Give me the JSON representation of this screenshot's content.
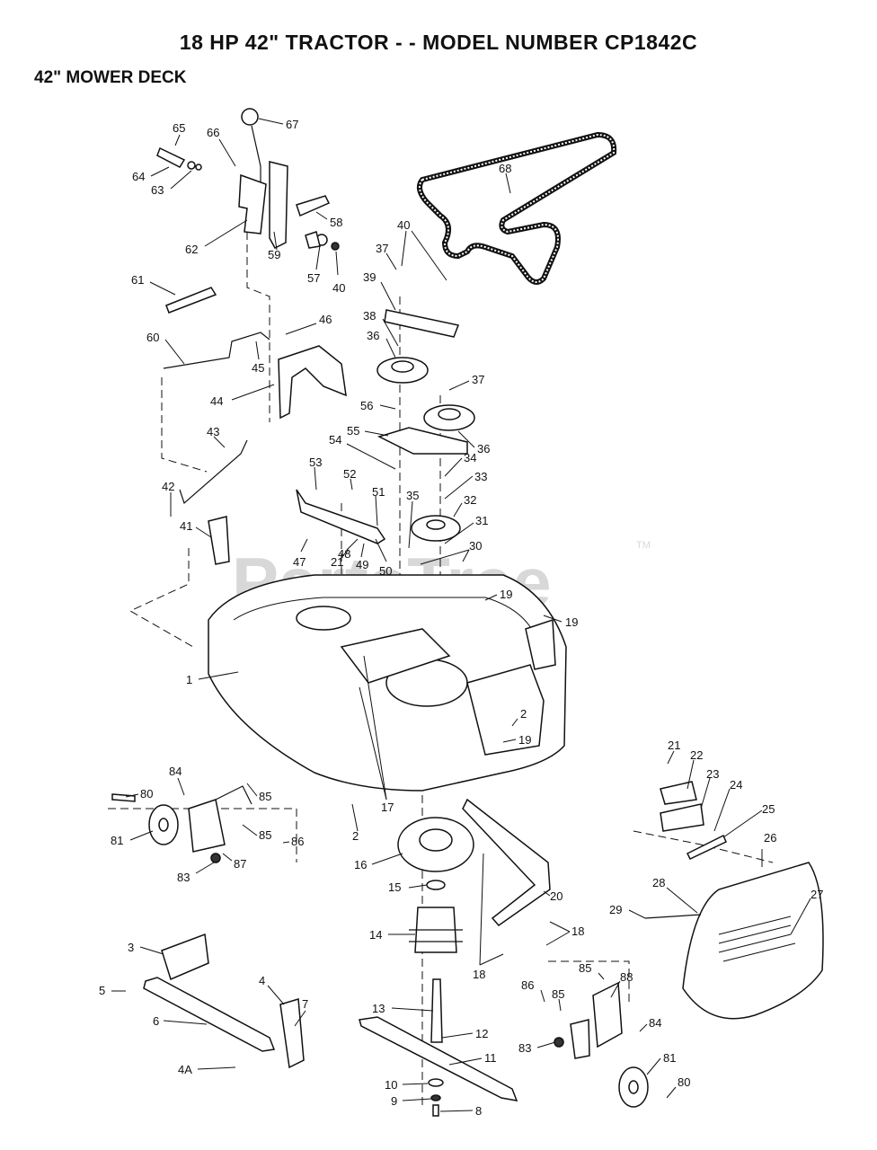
{
  "header": {
    "title": "18 HP 42\" TRACTOR - - MODEL NUMBER CP1842C",
    "section": "42\" MOWER DECK"
  },
  "watermark": {
    "text": "PartsTree",
    "trademark": "TM"
  },
  "callouts": [
    {
      "id": "c67",
      "label": "67"
    },
    {
      "id": "c65a",
      "label": "65"
    },
    {
      "id": "c66",
      "label": "66"
    },
    {
      "id": "c64",
      "label": "64"
    },
    {
      "id": "c63",
      "label": "63"
    },
    {
      "id": "c58",
      "label": "58"
    },
    {
      "id": "c62",
      "label": "62"
    },
    {
      "id": "c59",
      "label": "59"
    },
    {
      "id": "c57",
      "label": "57"
    },
    {
      "id": "c40a",
      "label": "40"
    },
    {
      "id": "c68",
      "label": "68"
    },
    {
      "id": "c40b",
      "label": "40"
    },
    {
      "id": "c37a",
      "label": "37"
    },
    {
      "id": "c39",
      "label": "39"
    },
    {
      "id": "c61",
      "label": "61"
    },
    {
      "id": "c46",
      "label": "46"
    },
    {
      "id": "c38",
      "label": "38"
    },
    {
      "id": "c60",
      "label": "60"
    },
    {
      "id": "c36a",
      "label": "36"
    },
    {
      "id": "c45",
      "label": "45"
    },
    {
      "id": "c37b",
      "label": "37"
    },
    {
      "id": "c44",
      "label": "44"
    },
    {
      "id": "c56",
      "label": "56"
    },
    {
      "id": "c55",
      "label": "55"
    },
    {
      "id": "c36b",
      "label": "36"
    },
    {
      "id": "c43",
      "label": "43"
    },
    {
      "id": "c54",
      "label": "54"
    },
    {
      "id": "c34",
      "label": "34"
    },
    {
      "id": "c53",
      "label": "53"
    },
    {
      "id": "c52",
      "label": "52"
    },
    {
      "id": "c33",
      "label": "33"
    },
    {
      "id": "c42",
      "label": "42"
    },
    {
      "id": "c51",
      "label": "51"
    },
    {
      "id": "c35",
      "label": "35"
    },
    {
      "id": "c32",
      "label": "32"
    },
    {
      "id": "c41",
      "label": "41"
    },
    {
      "id": "c31",
      "label": "31"
    },
    {
      "id": "c30",
      "label": "30"
    },
    {
      "id": "c48",
      "label": "48"
    },
    {
      "id": "c47",
      "label": "47"
    },
    {
      "id": "c21a",
      "label": "21"
    },
    {
      "id": "c49",
      "label": "49"
    },
    {
      "id": "c50",
      "label": "50"
    },
    {
      "id": "c19a",
      "label": "19"
    },
    {
      "id": "c19b",
      "label": "19"
    },
    {
      "id": "c1",
      "label": "1"
    },
    {
      "id": "c2a",
      "label": "2"
    },
    {
      "id": "c19c",
      "label": "19"
    },
    {
      "id": "c21b",
      "label": "21"
    },
    {
      "id": "c22",
      "label": "22"
    },
    {
      "id": "c23",
      "label": "23"
    },
    {
      "id": "c84a",
      "label": "84"
    },
    {
      "id": "c80a",
      "label": "80"
    },
    {
      "id": "c85a",
      "label": "85"
    },
    {
      "id": "c17",
      "label": "17"
    },
    {
      "id": "c24",
      "label": "24"
    },
    {
      "id": "c25",
      "label": "25"
    },
    {
      "id": "c81a",
      "label": "81"
    },
    {
      "id": "c85b",
      "label": "85"
    },
    {
      "id": "c86a",
      "label": "86"
    },
    {
      "id": "c2b",
      "label": "2"
    },
    {
      "id": "c26",
      "label": "26"
    },
    {
      "id": "c83a",
      "label": "83"
    },
    {
      "id": "c87",
      "label": "87"
    },
    {
      "id": "c16",
      "label": "16"
    },
    {
      "id": "c28",
      "label": "28"
    },
    {
      "id": "c27",
      "label": "27"
    },
    {
      "id": "c15",
      "label": "15"
    },
    {
      "id": "c20",
      "label": "20"
    },
    {
      "id": "c29",
      "label": "29"
    },
    {
      "id": "c18a",
      "label": "18"
    },
    {
      "id": "c14",
      "label": "14"
    },
    {
      "id": "c3",
      "label": "3"
    },
    {
      "id": "c18b",
      "label": "18"
    },
    {
      "id": "c85c",
      "label": "85"
    },
    {
      "id": "c88",
      "label": "88"
    },
    {
      "id": "c4",
      "label": "4"
    },
    {
      "id": "c5",
      "label": "5"
    },
    {
      "id": "c86b",
      "label": "86"
    },
    {
      "id": "c85d",
      "label": "85"
    },
    {
      "id": "c7",
      "label": "7"
    },
    {
      "id": "c6",
      "label": "6"
    },
    {
      "id": "c13",
      "label": "13"
    },
    {
      "id": "c84b",
      "label": "84"
    },
    {
      "id": "c12",
      "label": "12"
    },
    {
      "id": "c83b",
      "label": "83"
    },
    {
      "id": "c11",
      "label": "11"
    },
    {
      "id": "c81b",
      "label": "81"
    },
    {
      "id": "c4a",
      "label": "4A"
    },
    {
      "id": "c80b",
      "label": "80"
    },
    {
      "id": "c10",
      "label": "10"
    },
    {
      "id": "c9",
      "label": "9"
    },
    {
      "id": "c8",
      "label": "8"
    }
  ]
}
